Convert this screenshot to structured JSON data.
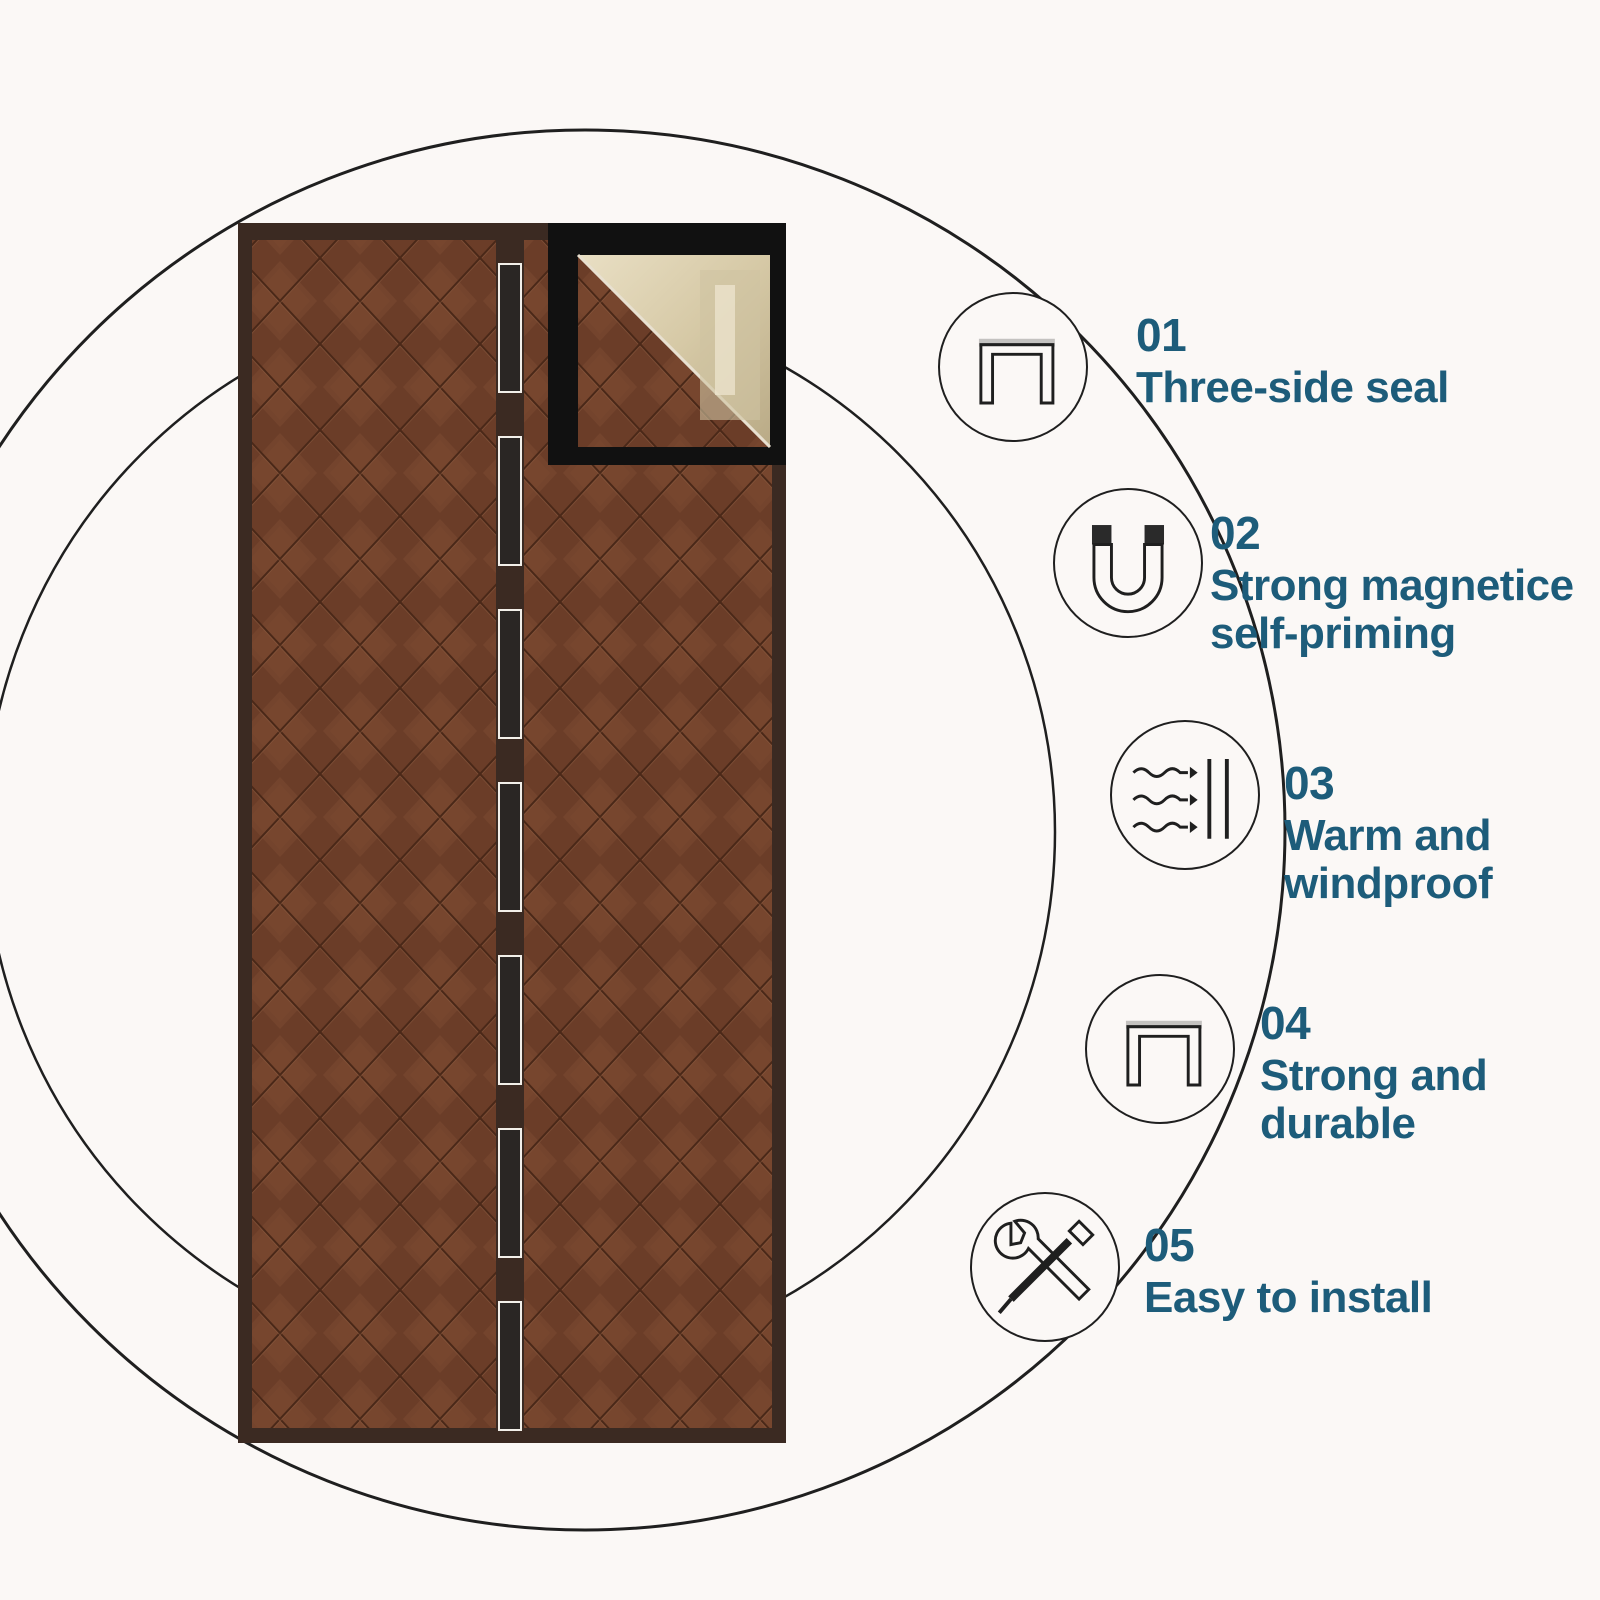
{
  "product": {
    "name": "insulated-magnetic-door-curtain",
    "colors": {
      "background": "#fbf8f6",
      "curtain": "#6b3d28",
      "curtain_border": "#3b2a22",
      "accent_text": "#1d5c7a",
      "line": "#1f1f1f"
    },
    "magnet_strip_count": 7
  },
  "features": [
    {
      "number": "01",
      "lines": [
        "Three-side seal"
      ],
      "icon": "three-side-seal-icon"
    },
    {
      "number": "02",
      "lines": [
        "Strong magnetice",
        " self-priming"
      ],
      "icon": "magnet-icon"
    },
    {
      "number": "03",
      "lines": [
        "Warm and",
        " windproof"
      ],
      "icon": "wind-barrier-icon"
    },
    {
      "number": "04",
      "lines": [
        "Strong and",
        "durable"
      ],
      "icon": "frame-icon"
    },
    {
      "number": "05",
      "lines": [
        "Easy to install"
      ],
      "icon": "tools-icon"
    }
  ]
}
